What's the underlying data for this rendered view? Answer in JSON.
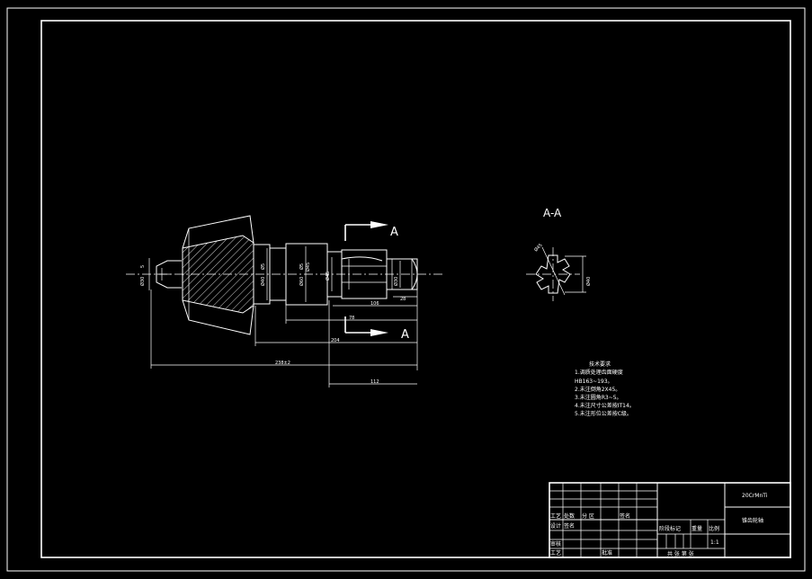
{
  "section_title": "A-A",
  "section_marks": {
    "top": "A",
    "bottom": "A"
  },
  "dimensions": {
    "d_left_small": "Ø30",
    "d_left_small2": "5",
    "d_cone_1": "Ø40",
    "d_cone_2": "Ø5",
    "d_mid_1": "Ø60",
    "d_mid_2": "Ø45",
    "d_mid_3": "Ø5",
    "d_spline": "Ø45",
    "d_end": "Ø30",
    "len_28": "28",
    "len_106": "106",
    "len_78": "78",
    "len_204": "204",
    "len_total": "238±2",
    "len_112": "112",
    "sec_outer": "Ø45",
    "sec_inner": "Ø40"
  },
  "notes": {
    "title": "技术要求",
    "lines": [
      "1.调质处理齿面硬度",
      "HB163~193。",
      "2.未注倒角2X45。",
      "3.未注圆角R3~5。",
      "4.未注尺寸公差按IT14。",
      "5.未注形位公差按C级。"
    ]
  },
  "title_block": {
    "material": "20CrMnTi",
    "part_name": "锥齿轮轴",
    "row_labels": {
      "mark": "工艺",
      "count": "处数",
      "zone": "分 区",
      "sign": "签名"
    },
    "design": "设计",
    "sign2": "签名",
    "review": "审核",
    "process": "工艺",
    "approve": "批准",
    "stage_mark": "阶段标记",
    "weight": "重量",
    "scale_label": "比例",
    "scale_value": "1:1",
    "sheets": "共   张   第   张"
  }
}
